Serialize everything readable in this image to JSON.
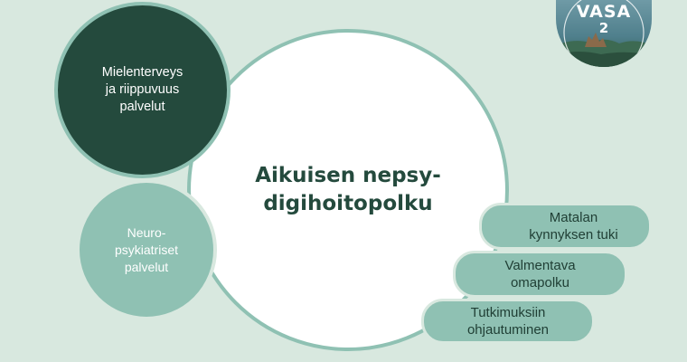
{
  "main": {
    "title": "Aikuisen nepsy-\ndigihoitopolku"
  },
  "circles": {
    "mental_health": "Mielenterveys\nja riippuvuus\npalvelut",
    "neuro": "Neuro-\npsykiatriset\npalvelut"
  },
  "pills": [
    {
      "label": "Matalan\nkynnyksen tuki"
    },
    {
      "label": "Valmentava\nomapolku"
    },
    {
      "label": "Tutkimuksiin\nohjautuminen"
    }
  ],
  "logo": {
    "name": "VASA",
    "number": "2"
  },
  "colors": {
    "background": "#d8e8df",
    "dark_green": "#244a3d",
    "light_green": "#8fc1b3",
    "white": "#ffffff"
  }
}
